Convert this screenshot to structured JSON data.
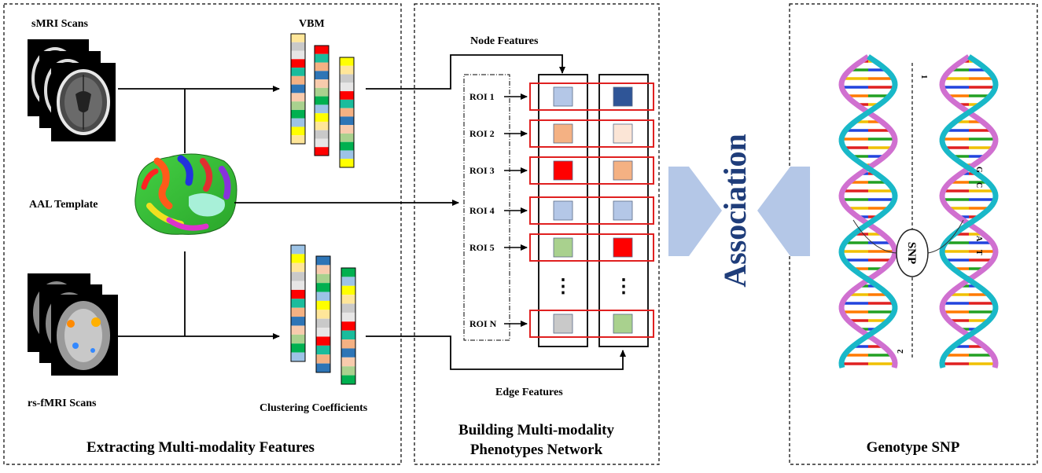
{
  "panels": {
    "extract": {
      "title": "Extracting Multi-modality Features",
      "smri_label": "sMRI Scans",
      "rsfmri_label": "rs-fMRI Scans",
      "aal_label": "AAL Template",
      "vbm_label": "VBM",
      "cc_label": "Clustering Coefficients"
    },
    "network": {
      "title_line1": "Building Multi-modality",
      "title_line2": "Phenotypes Network",
      "node_label": "Node Features",
      "edge_label": "Edge Features",
      "rois": [
        "ROI 1",
        "ROI 2",
        "ROI 3",
        "ROI 4",
        "ROI 5",
        "ROI N"
      ],
      "ellipsis": "⋮"
    },
    "association": {
      "label": "Association"
    },
    "genotype": {
      "title": "Genotype SNP",
      "snp_label": "SNP",
      "strand_num_top": "1",
      "strand_num_bottom": "2",
      "base_letters": [
        "G",
        "C",
        "A",
        "T"
      ]
    }
  },
  "colors": {
    "red_box": "#e02020",
    "arrow_fill": "#b4c7e7",
    "assoc_text": "#1f3d7a",
    "helix_cyan": "#19b8c8",
    "helix_pink": "#d070d0"
  },
  "feature_colors": {
    "col1": [
      "#b4c7e7",
      "#f4b183",
      "#ff0000",
      "#b4c7e7",
      "#a9d18e",
      "#c9c9c9"
    ],
    "col2": [
      "#2f5597",
      "#fbe5d6",
      "#f4b183",
      "#b4c7e7",
      "#ff0000",
      "#a9d18e"
    ]
  },
  "bar_palette": [
    "#ffe699",
    "#f4b183",
    "#9dc3e6",
    "#ff0000",
    "#a9d18e",
    "#c9c9c9",
    "#2e75b6",
    "#ffff00",
    "#1abc9c",
    "#00b050",
    "#e7e6e6",
    "#f8cbad"
  ]
}
